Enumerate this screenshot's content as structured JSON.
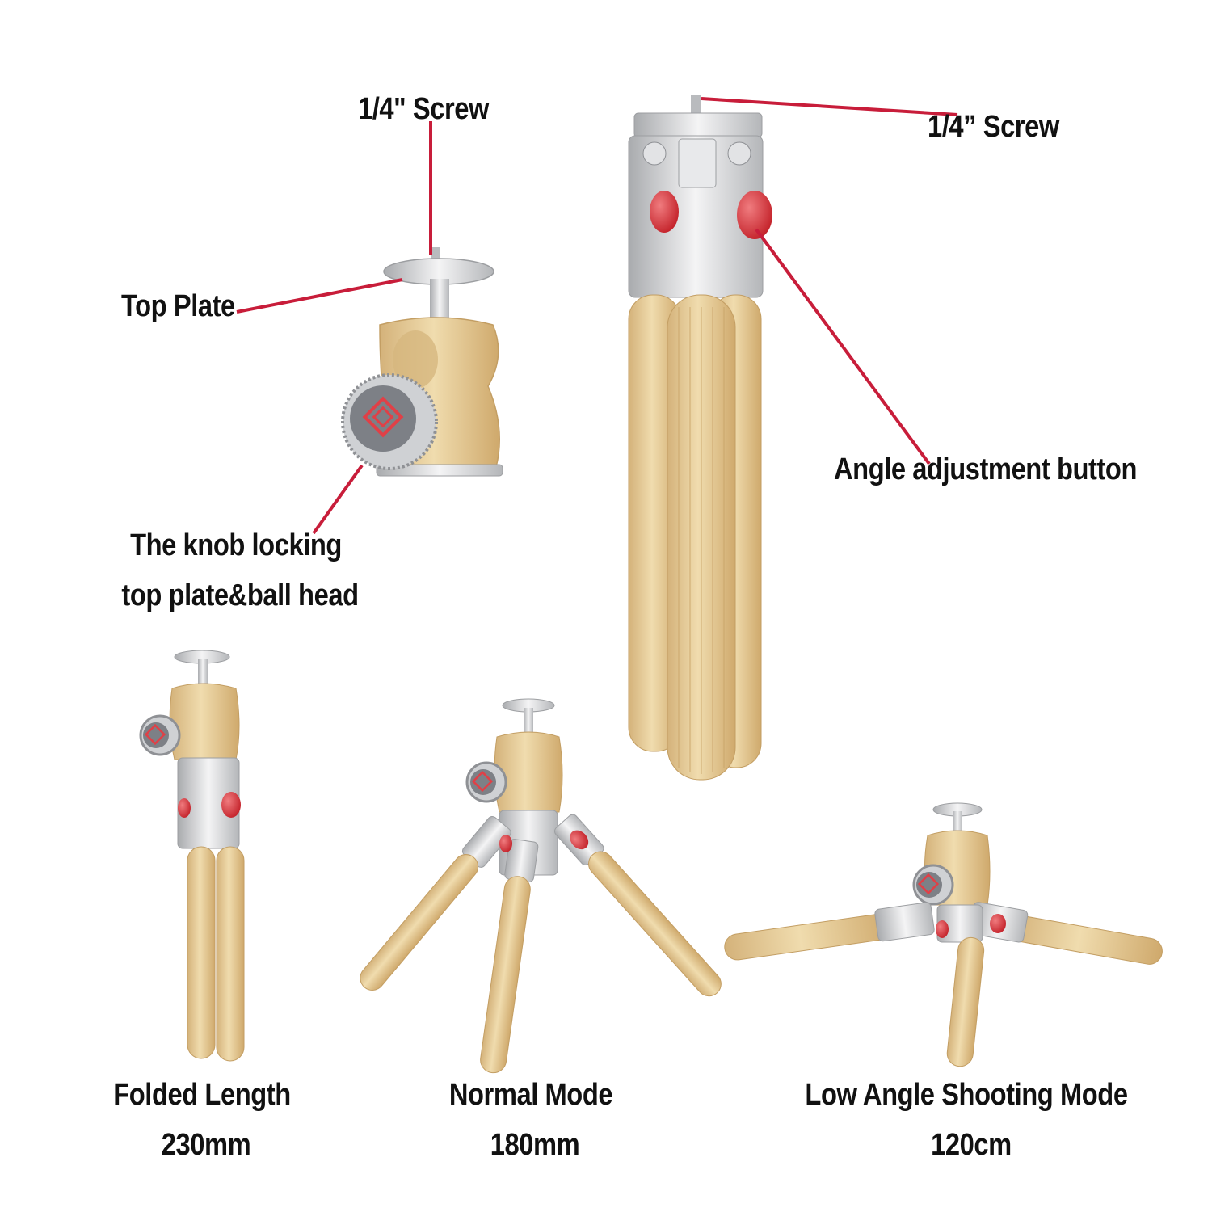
{
  "colors": {
    "leader_line": "#c81d3a",
    "wood": "#e2c690",
    "wood_dark": "#caa66a",
    "silver": "#d9d9db",
    "silver_dark": "#a9abae",
    "accent_red": "#d9363e"
  },
  "labels": {
    "screw_head": "1/4\" Screw",
    "screw_tripod": "1/4” Screw",
    "top_plate": "Top Plate",
    "knob_line1": "The knob locking",
    "knob_line2": "top plate&ball head",
    "angle_button": "Angle adjustment button"
  },
  "modes": [
    {
      "name": "Folded Length",
      "value": "230mm"
    },
    {
      "name": "Normal Mode",
      "value": "180mm"
    },
    {
      "name": "Low Angle Shooting Mode",
      "value": "120cm"
    }
  ],
  "icons": {
    "brand_logo": "diamond-logo-icon"
  }
}
